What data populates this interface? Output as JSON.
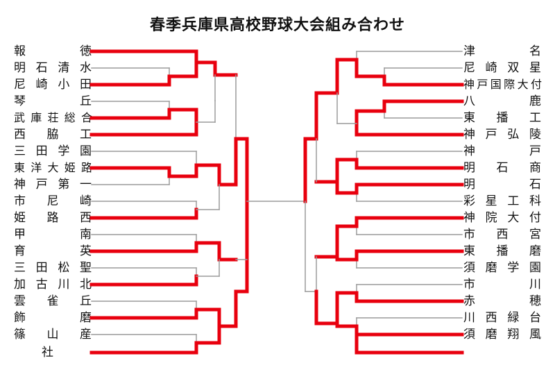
{
  "title": "春季兵庫県高校野球大会組み合わせ",
  "colors": {
    "winner": "#e8000e",
    "path": "#9a9a9a",
    "text": "#111111"
  },
  "left_teams": [
    {
      "name": "報徳"
    },
    {
      "name": "明石清水"
    },
    {
      "name": "尼崎小田"
    },
    {
      "name": "琴丘"
    },
    {
      "name": "武庫荘総合"
    },
    {
      "name": "西脇工"
    },
    {
      "name": "三田学園"
    },
    {
      "name": "東洋大姫路"
    },
    {
      "name": "神戸第一"
    },
    {
      "name": "市尼崎"
    },
    {
      "name": "姫路西"
    },
    {
      "name": "甲南"
    },
    {
      "name": "育英"
    },
    {
      "name": "三田松聖"
    },
    {
      "name": "加古川北"
    },
    {
      "name": "雲雀丘"
    },
    {
      "name": "飾磨"
    },
    {
      "name": "篠山産"
    },
    {
      "name": "社"
    }
  ],
  "right_teams": [
    {
      "name": "津名"
    },
    {
      "name": "尼崎双星"
    },
    {
      "name": "神戸国際大付"
    },
    {
      "name": "八鹿"
    },
    {
      "name": "東播工"
    },
    {
      "name": "神戸弘陵"
    },
    {
      "name": "神戸"
    },
    {
      "name": "明石商"
    },
    {
      "name": "明石"
    },
    {
      "name": "彩星工科"
    },
    {
      "name": "神院大付"
    },
    {
      "name": "市西宮"
    },
    {
      "name": "東播磨"
    },
    {
      "name": "須磨学園"
    },
    {
      "name": "市川"
    },
    {
      "name": "赤穂"
    },
    {
      "name": "川西緑台"
    },
    {
      "name": "須磨翔風"
    }
  ]
}
